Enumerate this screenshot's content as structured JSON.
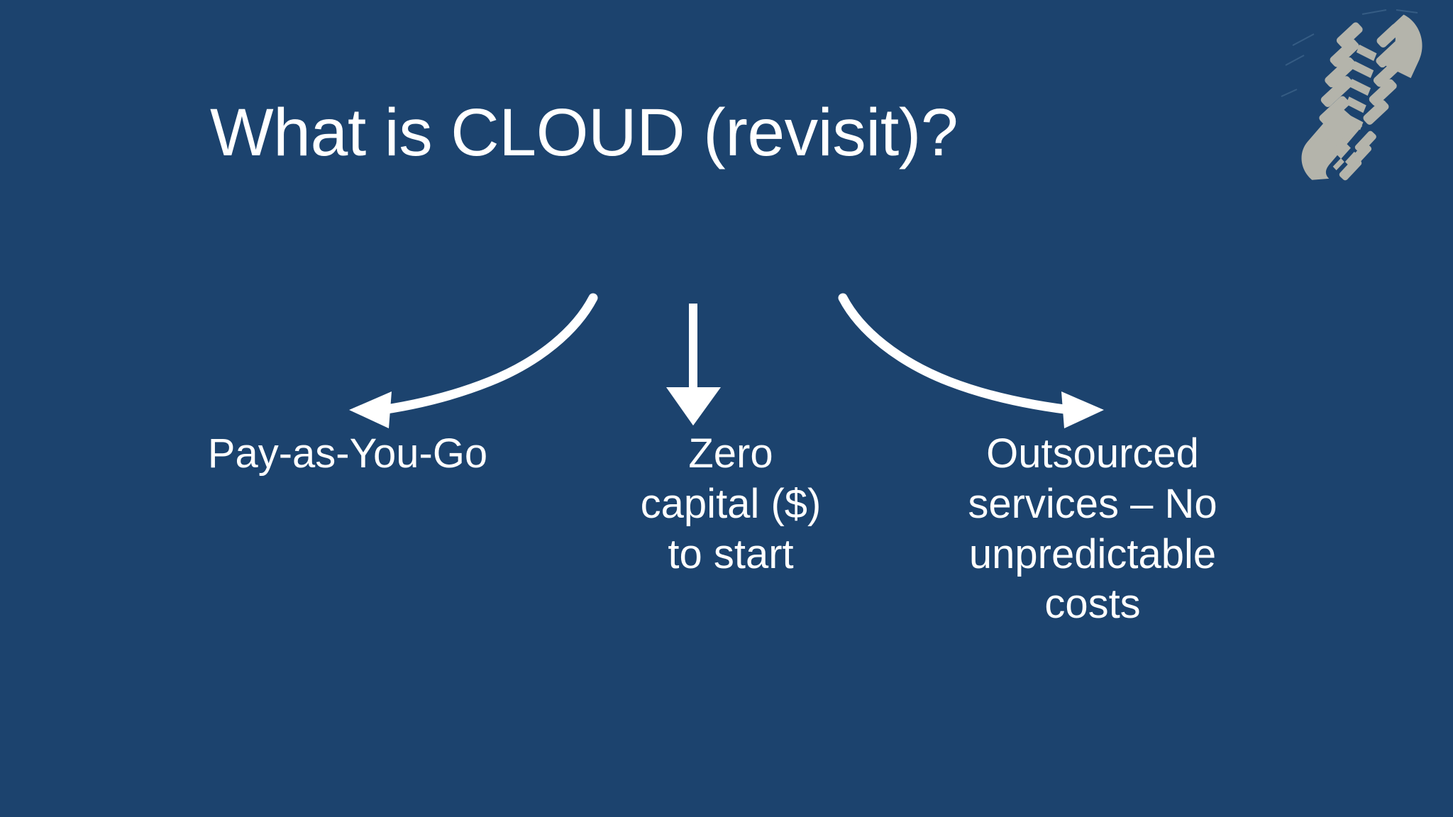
{
  "slide": {
    "title": "What is CLOUD (revisit)?",
    "background_color": "#1c436e",
    "text_color": "#ffffff",
    "decoration_color": "#b4b4ab"
  },
  "decoration": {
    "footprint_icon": "boot-footprint-icon"
  },
  "arrows": [
    {
      "name": "arrow-to-pay-as-you-go",
      "style": "curved",
      "direction": "down-left",
      "color": "#ffffff"
    },
    {
      "name": "arrow-to-zero-capital",
      "style": "straight",
      "direction": "down",
      "color": "#ffffff"
    },
    {
      "name": "arrow-to-outsourced-services",
      "style": "curved",
      "direction": "down-right",
      "color": "#ffffff"
    }
  ],
  "columns": [
    {
      "id": "pay-as-you-go",
      "lines": [
        "Pay-as-You-Go"
      ]
    },
    {
      "id": "zero-capital",
      "lines": [
        "Zero",
        "capital ($)",
        "to start"
      ]
    },
    {
      "id": "outsourced-services",
      "lines": [
        "Outsourced",
        "services – No",
        "unpredictable",
        "costs"
      ]
    }
  ]
}
